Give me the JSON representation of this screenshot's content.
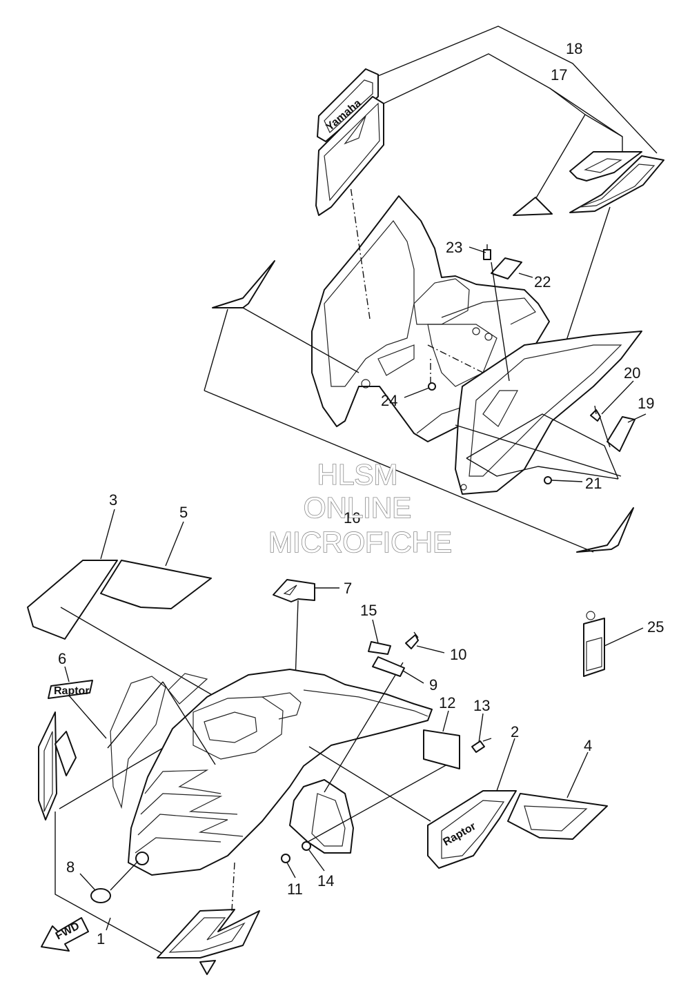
{
  "watermark": {
    "line1": "HLSM",
    "line2": "ONLINE",
    "line3": "MICROFICHE"
  },
  "fwd_label": "FWD",
  "callouts": [
    {
      "id": "1",
      "label": "1"
    },
    {
      "id": "2",
      "label": "2"
    },
    {
      "id": "3",
      "label": "3"
    },
    {
      "id": "4",
      "label": "4"
    },
    {
      "id": "5",
      "label": "5"
    },
    {
      "id": "6",
      "label": "6"
    },
    {
      "id": "7",
      "label": "7"
    },
    {
      "id": "8",
      "label": "8"
    },
    {
      "id": "9",
      "label": "9"
    },
    {
      "id": "10",
      "label": "10"
    },
    {
      "id": "11",
      "label": "11"
    },
    {
      "id": "12",
      "label": "12"
    },
    {
      "id": "13",
      "label": "13"
    },
    {
      "id": "14",
      "label": "14"
    },
    {
      "id": "15",
      "label": "15"
    },
    {
      "id": "16",
      "label": "16"
    },
    {
      "id": "17",
      "label": "17"
    },
    {
      "id": "18",
      "label": "18"
    },
    {
      "id": "19",
      "label": "19"
    },
    {
      "id": "20",
      "label": "20"
    },
    {
      "id": "21",
      "label": "21"
    },
    {
      "id": "22",
      "label": "22"
    },
    {
      "id": "23",
      "label": "23"
    },
    {
      "id": "24",
      "label": "24"
    },
    {
      "id": "25",
      "label": "25"
    }
  ]
}
